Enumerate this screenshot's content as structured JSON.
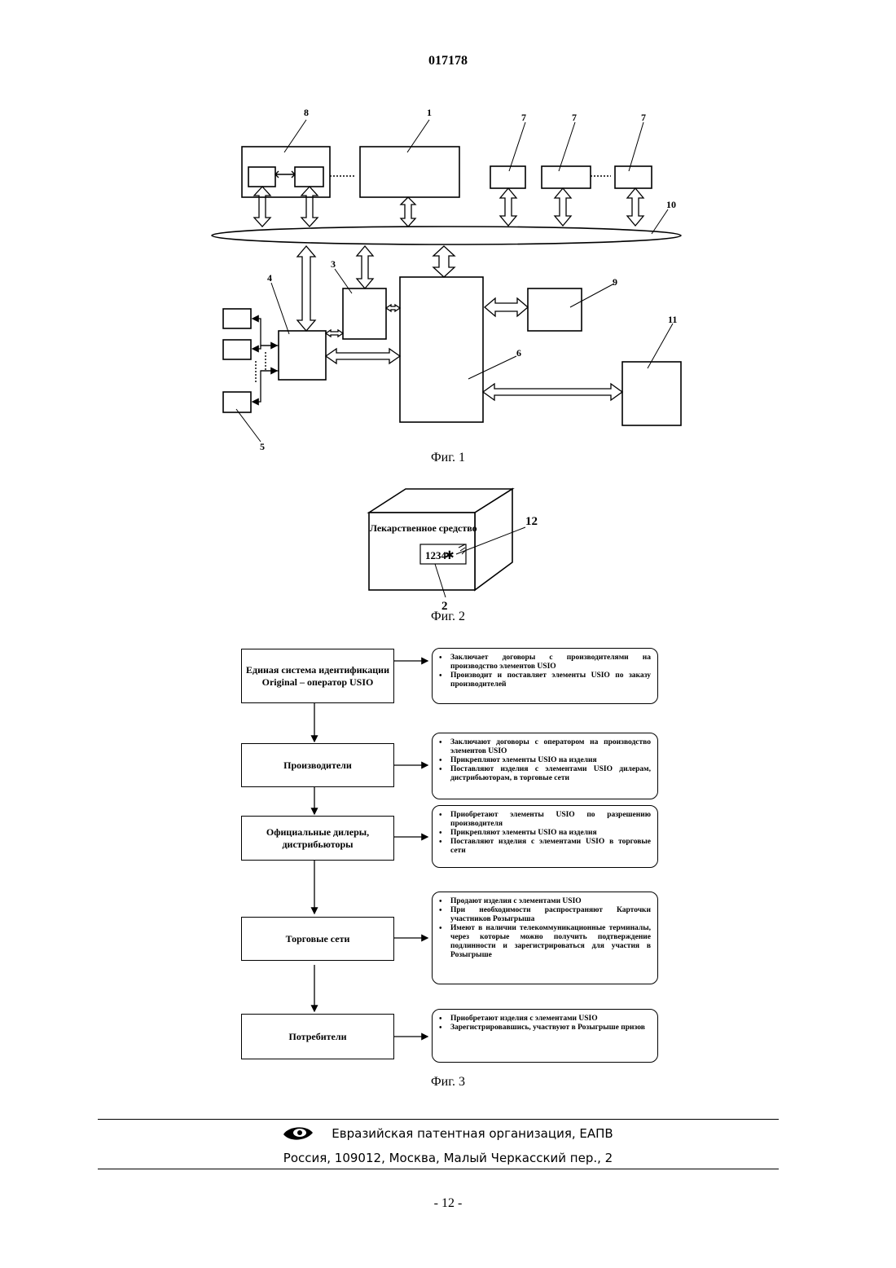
{
  "document": {
    "patent_number": "017178",
    "page_number": "- 12 -"
  },
  "fig1": {
    "caption": "Фиг. 1",
    "labels": [
      "8",
      "1",
      "7",
      "7",
      "7",
      "10",
      "3",
      "4",
      "9",
      "11",
      "6",
      "5"
    ]
  },
  "fig2": {
    "caption": "Фиг. 2",
    "package_text": "Лекарственное средство",
    "code_text": "1234",
    "label_12": "12",
    "label_2": "2"
  },
  "fig3": {
    "caption": "Фиг. 3",
    "rows": [
      {
        "box": "Единая система идентификации Original – оператор USIO",
        "notes": [
          "Заключает договоры с производителями на производство элементов USIO",
          "Производит и поставляет элементы USIO по заказу производителей"
        ]
      },
      {
        "box": "Производители",
        "notes": [
          "Заключают договоры с оператором на производство элементов USIO",
          "Прикрепляют элементы USIO на изделия",
          "Поставляют изделия с элементами USIO дилерам, дистрибьюторам, в торговые сети"
        ]
      },
      {
        "box": "Официальные дилеры, дистрибьюторы",
        "notes": [
          "Приобретают элементы USIO по разрешению производителя",
          "Прикрепляют элементы USIO на изделия",
          "Поставляют изделия с элементами USIO в торговые сети"
        ]
      },
      {
        "box": "Торговые сети",
        "notes": [
          "Продают изделия с элементами USIO",
          "При необходимости распространяют Карточки участников Розыгрыша",
          "Имеют в наличии телекоммуникационные терминалы, через которые можно получить подтверждение подлинности и зарегистрироваться для участия в Розыгрыше"
        ]
      },
      {
        "box": "Потребители",
        "notes": [
          "Приобретают изделия с элементами USIO",
          "Зарегистрировавшись, участвуют в Розыгрыше призов"
        ]
      }
    ]
  },
  "footer": {
    "org": "Евразийская патентная организация, ЕАПВ",
    "address": "Россия, 109012, Москва, Малый Черкасский пер., 2"
  }
}
